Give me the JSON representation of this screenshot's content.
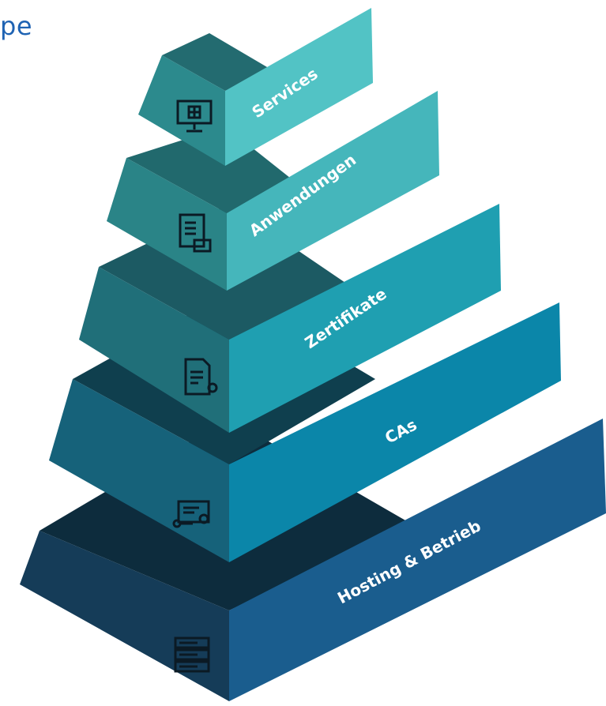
{
  "header": {
    "text": "pe"
  },
  "pyramid": {
    "layers": [
      {
        "label": "Services",
        "icon": "monitor-windows-icon",
        "colors": {
          "top": "#236b70",
          "front": "#3fa7aa",
          "left": "#2c8a8d",
          "band": "#52c3c5"
        }
      },
      {
        "label": "Anwendungen",
        "icon": "clipboard-mail-icon",
        "colors": {
          "top": "#21696d",
          "front": "#37a0a6",
          "left": "#2a8487",
          "band": "#45b6bb"
        }
      },
      {
        "label": "Zertifikate",
        "icon": "certificate-document-icon",
        "colors": {
          "top": "#1c5a63",
          "front": "#2a8d99",
          "left": "#206f79",
          "band": "#1f9fb1"
        }
      },
      {
        "label": "CAs",
        "icon": "key-certificate-icon",
        "colors": {
          "top": "#0f3f4e",
          "front": "#1b7b93",
          "left": "#16627a",
          "band": "#0b86a9"
        }
      },
      {
        "label": "Hosting & Betrieb",
        "icon": "server-rack-icon",
        "colors": {
          "top": "#0d2c3d",
          "front": "#18486a",
          "left": "#153c58",
          "band": "#1a5d8e"
        }
      }
    ]
  }
}
